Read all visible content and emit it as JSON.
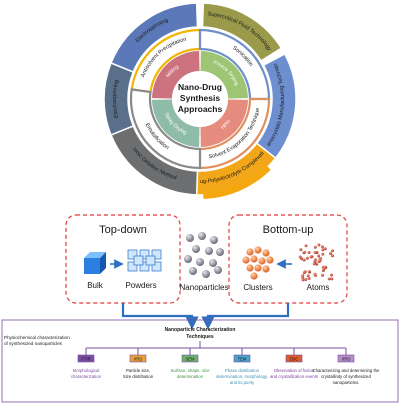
{
  "wheel": {
    "center_lines": [
      "Nano-Drug",
      "Synthesis",
      "Approachs"
    ],
    "outer": [
      {
        "label": "Electrospinning",
        "color": "#5b79b8"
      },
      {
        "label": "Supercritical Fluid Technology",
        "color": "#9a9a4a"
      },
      {
        "label": "Nanocrystals Manufacturing Technique",
        "color": "#6d8fd0"
      },
      {
        "label": "Drug-Polyelectrolyte Complexation",
        "color": "#f2a61a"
      },
      {
        "label": "Ionic Gelation Method",
        "color": "#6c6e70"
      },
      {
        "label": "Electrospinning",
        "color": "#5a6f8a"
      }
    ],
    "middle": [
      {
        "label": "Antisolvent Precipitation",
        "color": "#f4b400"
      },
      {
        "label": "Sonication",
        "color": "#6f8fca"
      },
      {
        "label": "Solvent Evaporation Technique",
        "color": "#e08f5f"
      },
      {
        "label": "Emulsification",
        "color": "#8a8a8a"
      }
    ],
    "inner": [
      {
        "label": "Milling",
        "color": "#c45a6a"
      },
      {
        "label": "Freeze Drying",
        "color": "#8dbb5a"
      },
      {
        "label": "HPH",
        "color": "#e07868"
      },
      {
        "label": "Spray Drying",
        "color": "#7bb09a"
      }
    ]
  },
  "synthesis": {
    "topdown_title": "Top-down",
    "bottomup_title": "Bottom-up",
    "bulk": "Bulk",
    "powders": "Powders",
    "nanoparticles": "Nanoparticles",
    "clusters": "Clusters",
    "atoms": "Atoms"
  },
  "characterization": {
    "header_lines": [
      "Nanoparticle Characterization",
      "Techniques"
    ],
    "side_lines": [
      "Physiochemical characterization",
      "of synthesized nanoparticles"
    ],
    "techniques": [
      {
        "tag": "FTIR",
        "color": "#7b4ea3",
        "text_color": "#7b4ea3",
        "desc": [
          "Morphological",
          "characterization"
        ]
      },
      {
        "tag": "XRD",
        "color": "#e8a33a",
        "text_color": "#1a1a1a",
        "desc": [
          "Particle size,",
          "Size distribution"
        ]
      },
      {
        "tag": "SEM",
        "color": "#6bb36b",
        "text_color": "#3f8f3f",
        "desc": [
          "Surface, shape, size",
          "determination"
        ]
      },
      {
        "tag": "TEM",
        "color": "#4aa3c8",
        "text_color": "#3d8fb2",
        "desc": [
          "Phase distribution",
          "determination, morphology,",
          "and its purity"
        ]
      },
      {
        "tag": "DSC",
        "color": "#e05a2c",
        "text_color": "#7a3fa0",
        "desc": [
          "Observation of fusion",
          "and crystallization events"
        ]
      },
      {
        "tag": "XRD",
        "color": "#b48ec8",
        "text_color": "#1a1a1a",
        "desc": [
          "Characterizing and determining the",
          "crystallinity of synthesized",
          "nanoparticles."
        ]
      }
    ]
  }
}
